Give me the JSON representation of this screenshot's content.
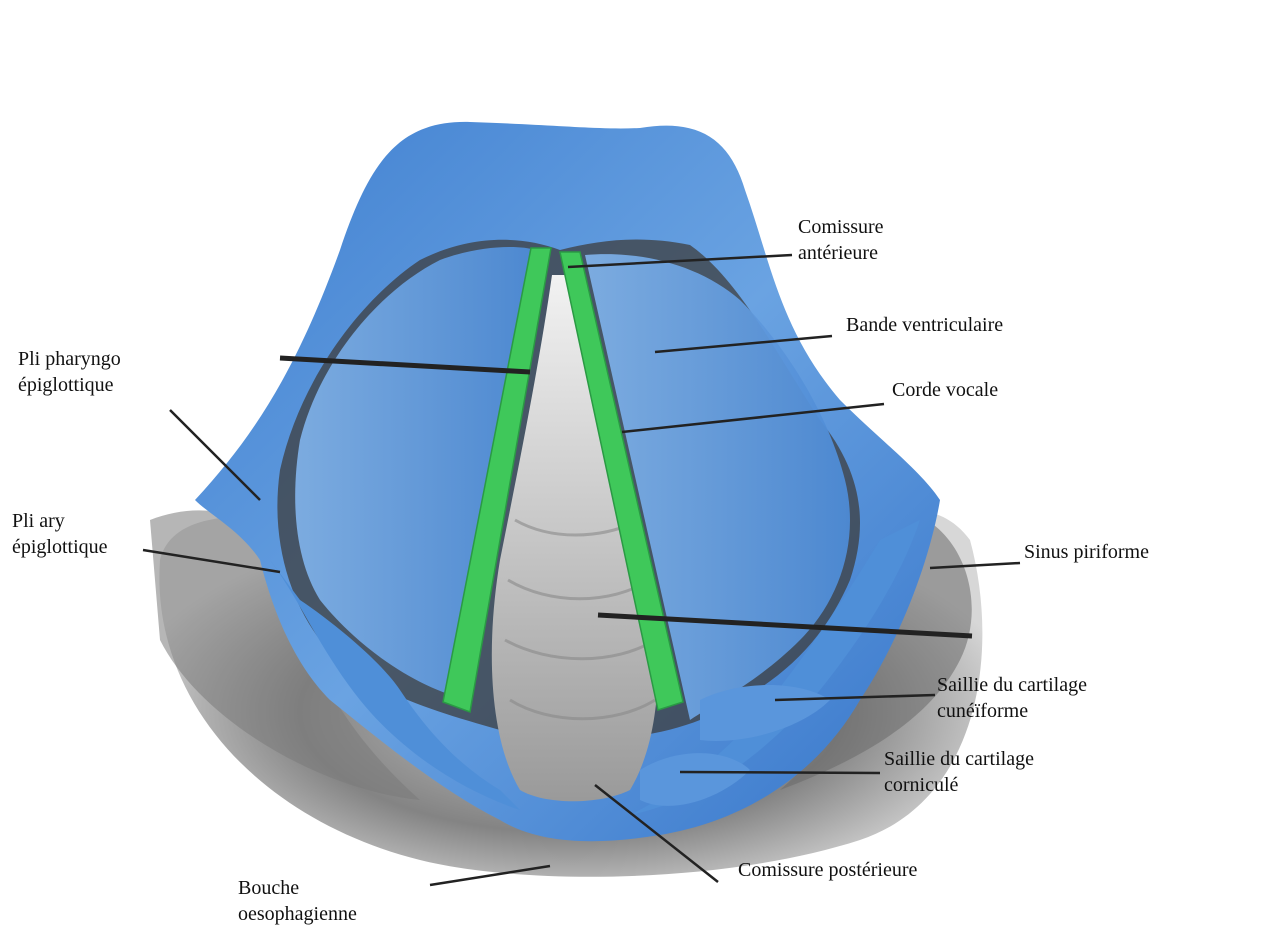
{
  "labels": {
    "comissure_anterieure": [
      "Comissure",
      "antérieure"
    ],
    "bande_ventriculaire": [
      "Bande ventriculaire"
    ],
    "corde_vocale": [
      "Corde vocale"
    ],
    "pli_pharyngo": [
      "Pli pharyngo",
      "épiglottique"
    ],
    "pli_ary": [
      "Pli ary",
      "épiglottique"
    ],
    "sinus_piriforme": [
      "Sinus piriforme"
    ],
    "saillie_cuneiforme": [
      "Saillie du cartilage",
      "cunéïforme"
    ],
    "saillie_cornicule": [
      "Saillie du cartilage",
      "corniculé"
    ],
    "comissure_posterieure": [
      "Comissure postérieure"
    ],
    "bouche_oesophagienne": [
      "Bouche",
      "oesophagienne"
    ]
  },
  "colors": {
    "mucosa": "#4f8fd8",
    "mucosa_dark": "#2f6fc2",
    "vocal_cord": "#3fc85a",
    "shadow": "#3a3a3a",
    "trachea": "#d9d9d9"
  }
}
